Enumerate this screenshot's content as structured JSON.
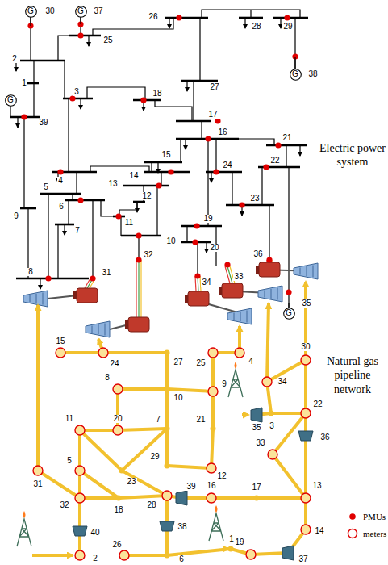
{
  "diagram": {
    "nodes": [
      {
        "text": [
          "G"
        ]
      },
      {
        "text": [
          "G"
        ]
      },
      {
        "text": [
          "G"
        ]
      },
      {
        "text": [
          "G"
        ]
      },
      {
        "text": [
          "G"
        ]
      }
    ],
    "labels": [
      "1",
      "2",
      "3",
      "4",
      "5",
      "6",
      "7",
      "8",
      "9",
      "10",
      "11",
      "12",
      "13",
      "14",
      "15",
      "16",
      "17",
      "18",
      "19",
      "20",
      "21",
      "22",
      "23",
      "24",
      "25",
      "26",
      "27",
      "28",
      "29",
      "30",
      "31",
      "32",
      "33",
      "34",
      "35",
      "36",
      "37",
      "38",
      "39",
      "1",
      "2",
      "3",
      "4",
      "5",
      "6",
      "7",
      "8",
      "9",
      "10",
      "11",
      "12",
      "13",
      "14",
      "15",
      "16",
      "17",
      "18",
      "19",
      "20",
      "21",
      "22",
      "23",
      "24",
      "25",
      "26",
      "27",
      "28",
      "29",
      "30",
      "31",
      "32",
      "33",
      "34",
      "35",
      "36",
      "37",
      "38",
      "39",
      "40",
      "Electric power system",
      "Natural gas pipeline network"
    ],
    "legend": [
      {
        "text": "PMUs"
      },
      {
        "text": "meters"
      }
    ]
  }
}
